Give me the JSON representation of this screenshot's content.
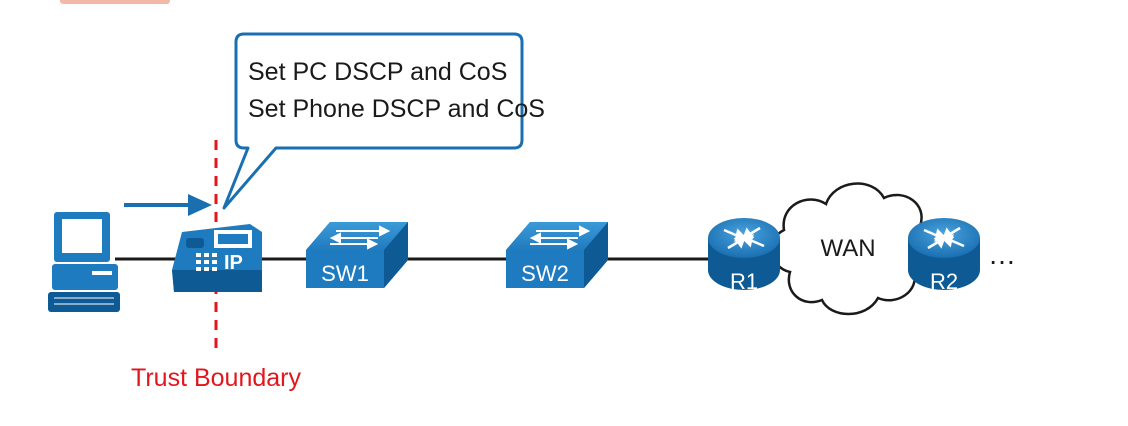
{
  "callout": {
    "line1": "Set PC DSCP and CoS",
    "line2": "Set Phone DSCP and CoS"
  },
  "trust_boundary": {
    "label": "Trust Boundary"
  },
  "devices": {
    "phone_label": "IP",
    "sw1": "SW1",
    "sw2": "SW2",
    "r1": "R1",
    "r2": "R2",
    "wan": "WAN",
    "continuation": "…"
  },
  "colors": {
    "device_blue": "#1f7bbf",
    "device_dark": "#0d5a94",
    "callout_border": "#1a6fb0",
    "boundary_red": "#e3161c",
    "link_black": "#1a1a1a"
  }
}
